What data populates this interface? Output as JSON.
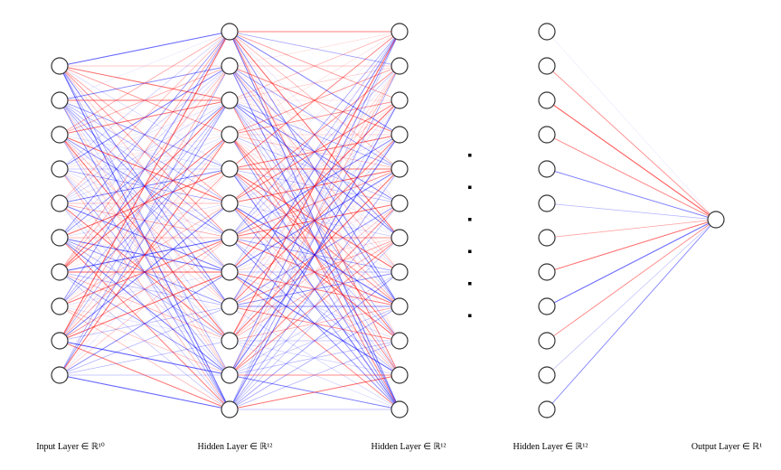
{
  "diagram": {
    "type": "neural-network",
    "colors": {
      "positive_edge": "#ff0000",
      "negative_edge": "#0000ff",
      "neuron_stroke": "#333333",
      "neuron_fill": "#ffffff"
    },
    "layers": [
      {
        "label": "Input Layer ∈ ℝ¹⁰",
        "neurons": 10
      },
      {
        "label": "Hidden Layer ∈ ℝ¹²",
        "neurons": 12
      },
      {
        "label": "Hidden Layer ∈ ℝ¹²",
        "neurons": 12
      },
      {
        "label": "Hidden Layer ∈ ℝ¹²",
        "neurons": 12
      },
      {
        "label": "Output Layer ∈ ℝ¹",
        "neurons": 1
      }
    ],
    "ellipsis_dots": 6,
    "fully_connected_between": [
      [
        0,
        1
      ],
      [
        1,
        2
      ],
      [
        3,
        4
      ]
    ]
  }
}
